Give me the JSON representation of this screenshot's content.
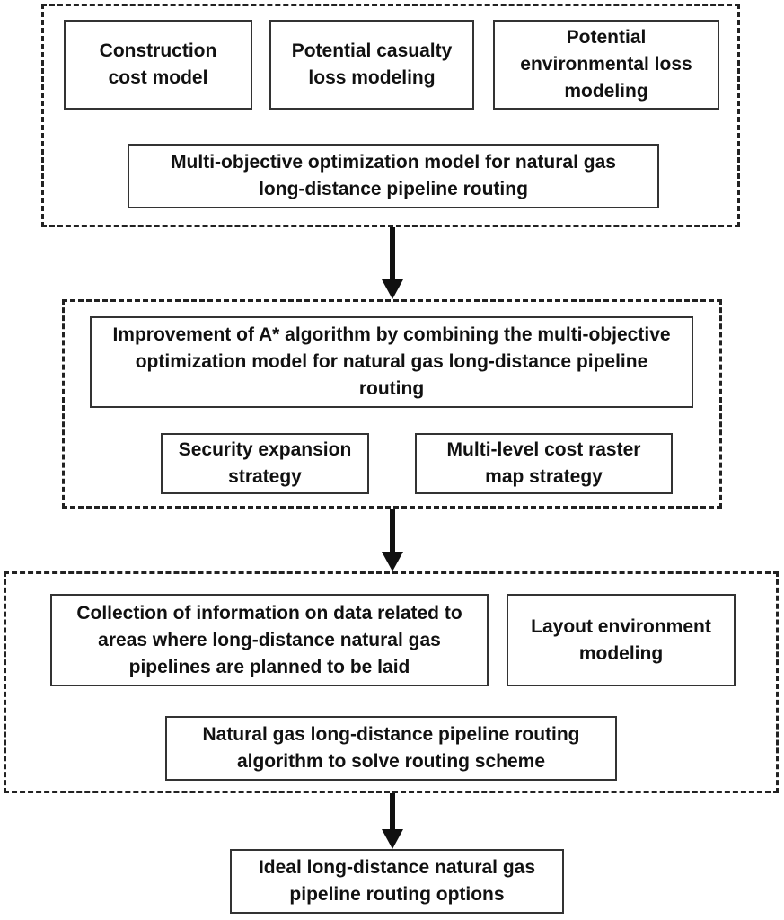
{
  "group1": {
    "box_construction": "Construction cost model",
    "box_casualty": "Potential casualty loss modeling",
    "box_environmental": "Potential environmental loss modeling",
    "box_multiobjective": "Multi-objective optimization model for natural gas long-distance pipeline routing"
  },
  "group2": {
    "box_improvement": "Improvement of A* algorithm by combining the multi-objective optimization model for natural gas long-distance pipeline routing",
    "box_security": "Security expansion strategy",
    "box_multilevel": "Multi-level cost raster map strategy"
  },
  "group3": {
    "box_collection": "Collection of information on data related to areas where long-distance natural gas pipelines are planned to be laid",
    "box_layout": "Layout environment modeling",
    "box_algorithm": "Natural gas long-distance pipeline routing algorithm to solve routing scheme"
  },
  "output": {
    "box_ideal": "Ideal long-distance natural gas pipeline routing options"
  }
}
